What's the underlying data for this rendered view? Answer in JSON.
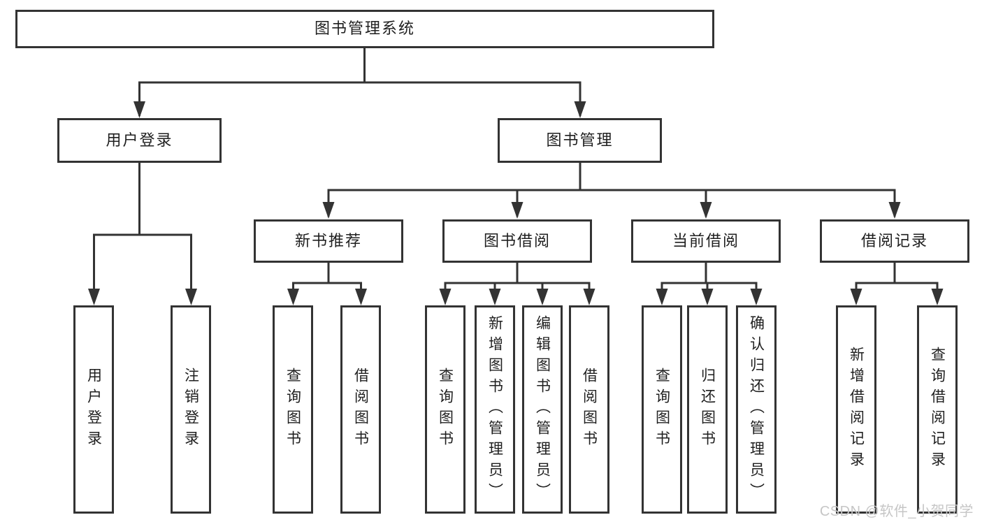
{
  "diagram": {
    "type": "hierarchy",
    "root": {
      "label": "图书管理系统"
    },
    "level2": [
      {
        "label": "用户登录",
        "children": [
          {
            "label": "用户登录"
          },
          {
            "label": "注销登录"
          }
        ]
      },
      {
        "label": "图书管理",
        "children": [
          {
            "label": "新书推荐",
            "children": [
              {
                "label": "查询图书"
              },
              {
                "label": "借阅图书"
              }
            ]
          },
          {
            "label": "图书借阅",
            "children": [
              {
                "label": "查询图书"
              },
              {
                "label": "新增图书（管理员）"
              },
              {
                "label": "编辑图书（管理员）"
              },
              {
                "label": "借阅图书"
              }
            ]
          },
          {
            "label": "当前借阅",
            "children": [
              {
                "label": "查询图书"
              },
              {
                "label": "归还图书"
              },
              {
                "label": "确认归还（管理员）"
              }
            ]
          },
          {
            "label": "借阅记录",
            "children": [
              {
                "label": "新增借阅记录"
              },
              {
                "label": "查询借阅记录"
              }
            ]
          }
        ]
      }
    ]
  },
  "watermark": {
    "text": "CSDN @软件_小贺同学",
    "color": "#c6c6c6"
  },
  "colors": {
    "line": "#333333",
    "text": "#1f1f1f",
    "background": "#ffffff"
  }
}
